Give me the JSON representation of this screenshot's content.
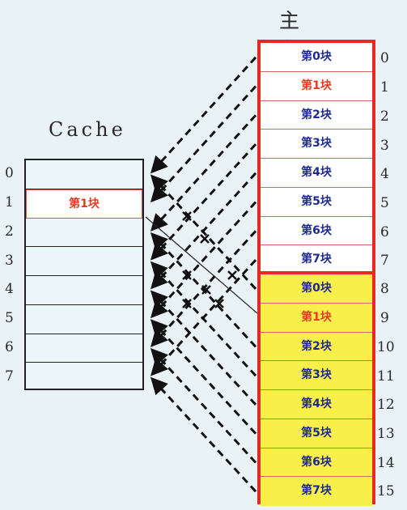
{
  "main_memory_title": "主 存",
  "cache_title": "Cache",
  "cache": {
    "indices": [
      "0",
      "1",
      "2",
      "3",
      "4",
      "5",
      "6",
      "7"
    ],
    "lines": [
      {
        "text": ""
      },
      {
        "text": "第1块"
      },
      {
        "text": ""
      },
      {
        "text": ""
      },
      {
        "text": ""
      },
      {
        "text": ""
      },
      {
        "text": ""
      },
      {
        "text": ""
      }
    ]
  },
  "memory": {
    "blocks": [
      {
        "label": "第0块",
        "index": "0",
        "color": "#1e2a8e"
      },
      {
        "label": "第1块",
        "index": "1",
        "color": "#e43b1f"
      },
      {
        "label": "第2块",
        "index": "2",
        "color": "#1e2a8e"
      },
      {
        "label": "第3块",
        "index": "3",
        "color": "#1e2a8e"
      },
      {
        "label": "第4块",
        "index": "4",
        "color": "#1e2a8e"
      },
      {
        "label": "第5块",
        "index": "5",
        "color": "#1e2a8e"
      },
      {
        "label": "第6块",
        "index": "6",
        "color": "#1e2a8e"
      },
      {
        "label": "第7块",
        "index": "7",
        "color": "#1e2a8e"
      },
      {
        "label": "第0块",
        "index": "8",
        "color": "#1e2a8e"
      },
      {
        "label": "第1块",
        "index": "9",
        "color": "#e43b1f"
      },
      {
        "label": "第2块",
        "index": "10",
        "color": "#1e2a8e"
      },
      {
        "label": "第3块",
        "index": "11",
        "color": "#1e2a8e"
      },
      {
        "label": "第4块",
        "index": "12",
        "color": "#1e2a8e"
      },
      {
        "label": "第5块",
        "index": "13",
        "color": "#1e2a8e"
      },
      {
        "label": "第6块",
        "index": "14",
        "color": "#1e2a8e"
      },
      {
        "label": "第7块",
        "index": "15",
        "color": "#1e2a8e"
      }
    ]
  },
  "colors": {
    "memory_border": "#e42a22",
    "group2_fill": "#f8ef4a",
    "highlight_text": "#e43b1f",
    "block_text": "#1e2a8e"
  }
}
